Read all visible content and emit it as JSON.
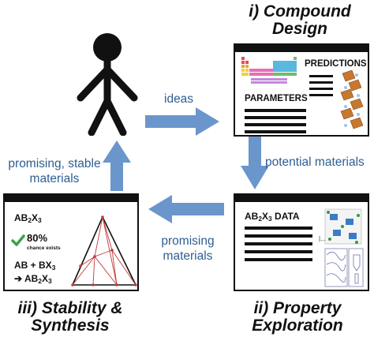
{
  "panels": {
    "compound_design": {
      "title_line1": "i)  Compound",
      "title_line2": "Design"
    },
    "property_exploration": {
      "title_line1": "ii) Property",
      "title_line2": "Exploration"
    },
    "stability_synthesis": {
      "title_line1": "iii) Stability &",
      "title_line2": "Synthesis"
    }
  },
  "flows": {
    "ideas": "ideas",
    "potential_materials": "potential materials",
    "promising_materials_line1": "promising",
    "promising_materials_line2": "materials",
    "promising_stable_line1": "promising, stable",
    "promising_stable_line2": "materials"
  },
  "card_design": {
    "predictions": "PREDICTIONS",
    "parameters": "PARAMETERS"
  },
  "card_property": {
    "data_label_prefix": "AB",
    "data_label_sub2": "2",
    "data_label_x": "X",
    "data_label_sub3": "3",
    "data_label_suffix": " DATA"
  },
  "card_stability": {
    "formula_prefix": "AB",
    "formula_sub2": "2",
    "formula_x": "X",
    "formula_sub3": "3",
    "percent": "80%",
    "chance": "chance exists",
    "reaction_left": "AB + BX",
    "reaction_left_sub": "3",
    "reaction_arrow": "➔",
    "reaction_right_prefix": "AB",
    "reaction_right_sub2": "2",
    "reaction_right_x": "X",
    "reaction_right_sub3": "3"
  },
  "colors": {
    "arrow": "#6a96cc",
    "flow_text": "#2f5e92",
    "check": "#3aa34a",
    "triangle_line": "#c23a3a"
  },
  "icons": [
    "stick-figure-icon",
    "periodic-table-icon",
    "crystal-structure-icon",
    "checkmark-icon",
    "phase-diagram-icon"
  ]
}
